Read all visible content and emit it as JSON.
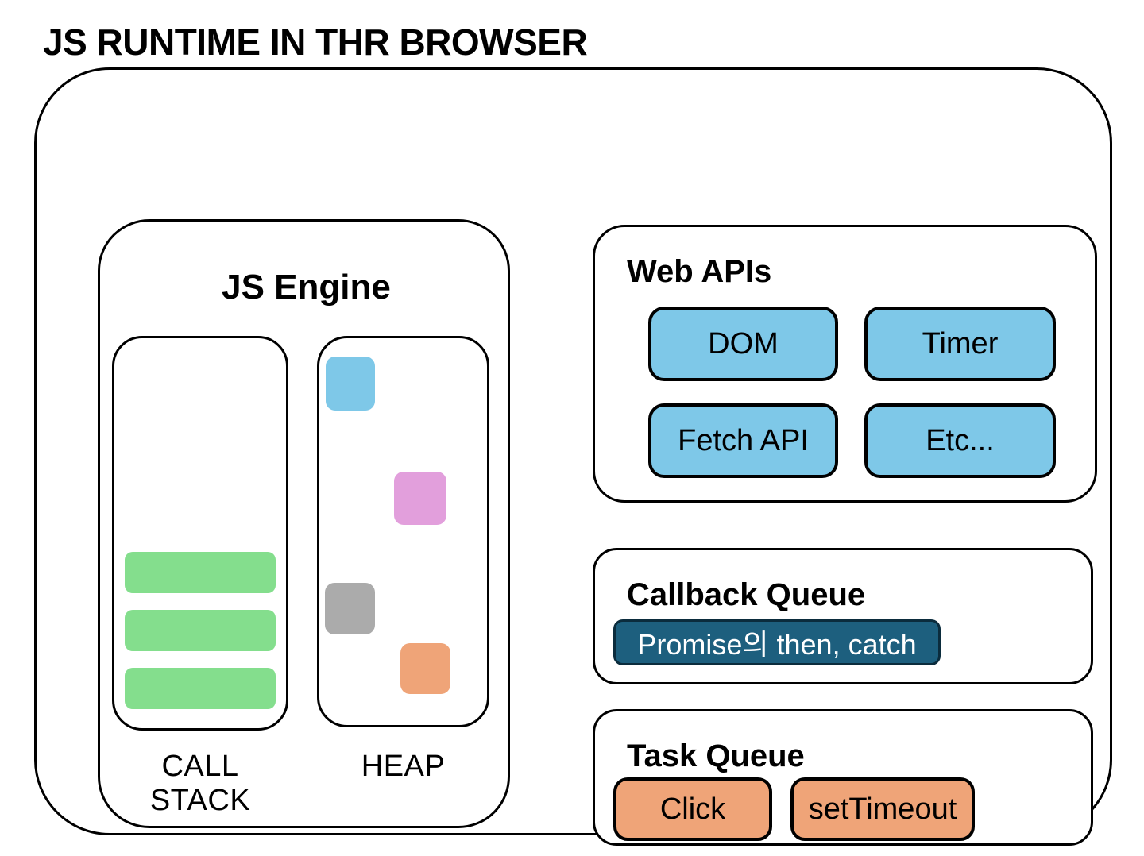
{
  "title": "JS RUNTIME IN THR BROWSER",
  "js_engine": {
    "title": "JS Engine",
    "call_stack": {
      "label": "CALL STACK",
      "frame_color": "#84DE8D",
      "frame_count": 3
    },
    "heap": {
      "label": "HEAP",
      "objects": [
        {
          "name": "blue-heap-object",
          "color": "#7EC8E8"
        },
        {
          "name": "pink-heap-object",
          "color": "#E29FDC"
        },
        {
          "name": "gray-heap-object",
          "color": "#ABABAB"
        },
        {
          "name": "orange-heap-object",
          "color": "#EFA478"
        }
      ]
    }
  },
  "web_apis": {
    "title": "Web APIs",
    "button_color": "#7EC8E8",
    "buttons": [
      {
        "label": "DOM"
      },
      {
        "label": "Timer"
      },
      {
        "label": "Fetch API"
      },
      {
        "label": "Etc..."
      }
    ]
  },
  "callback_queue": {
    "title": "Callback Queue",
    "items": [
      {
        "label": "Promise의 then, catch",
        "color": "#1D5F7E",
        "text_color": "#FFFFFF"
      }
    ]
  },
  "task_queue": {
    "title": "Task Queue",
    "item_color": "#EFA478",
    "items": [
      {
        "label": "Click"
      },
      {
        "label": "setTimeout"
      }
    ]
  },
  "colors": {
    "background": "#FFFFFF",
    "border": "#000000",
    "text": "#000000"
  }
}
